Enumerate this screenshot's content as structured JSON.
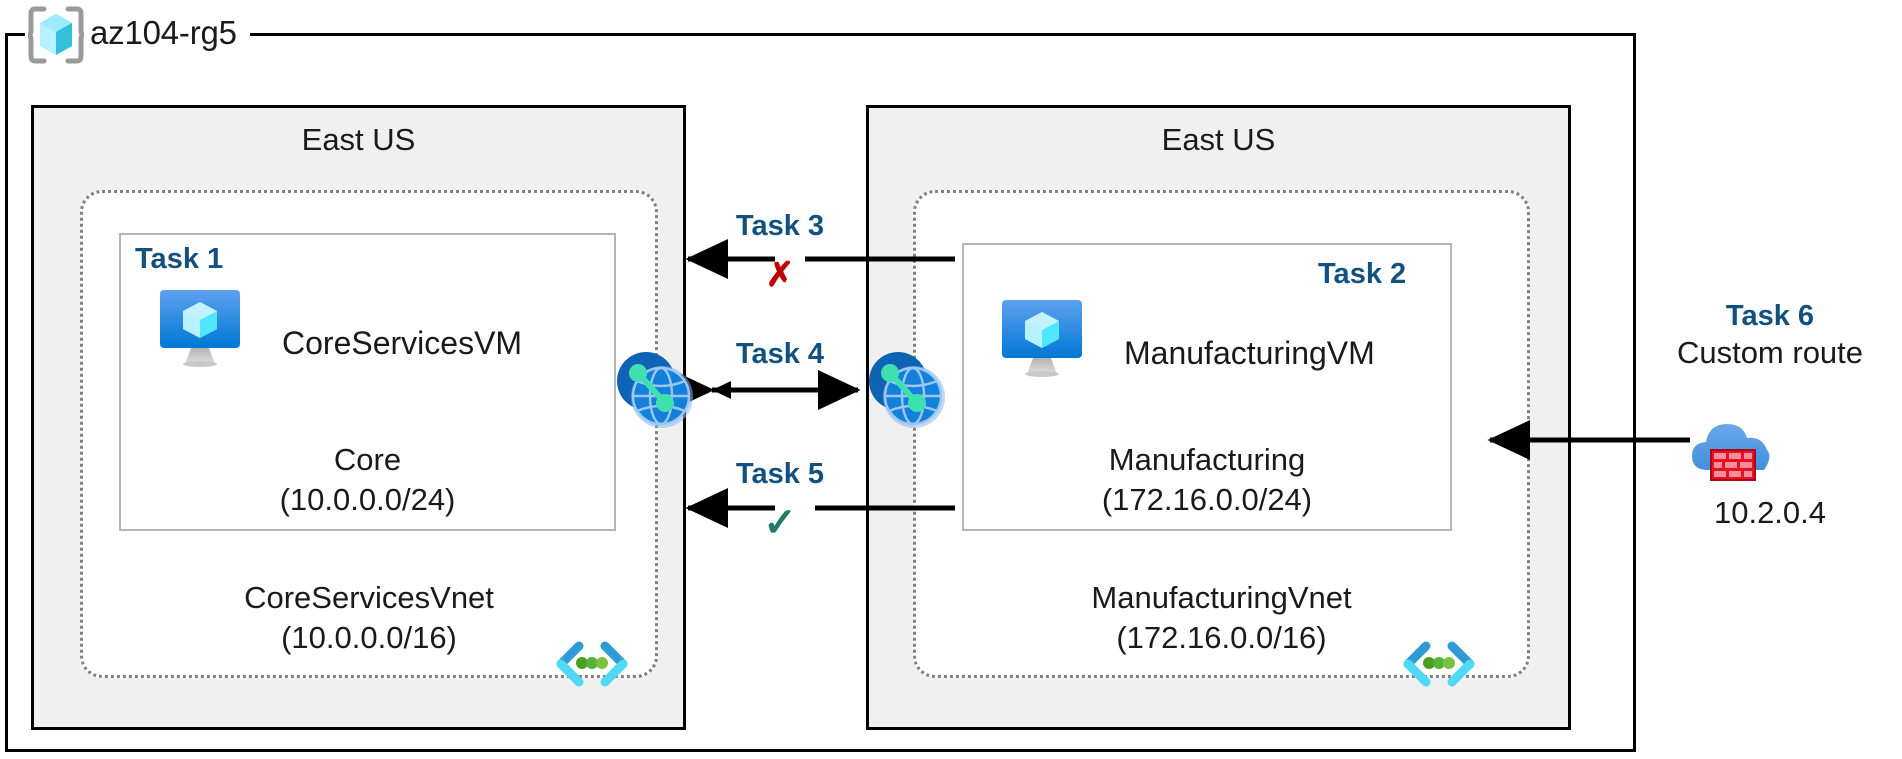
{
  "resource_group": {
    "name": "az104-rg5",
    "icon": "azure-resource-group-cube-icon"
  },
  "regions": {
    "left": {
      "label": "East US"
    },
    "right": {
      "label": "East US"
    }
  },
  "vnets": {
    "left": {
      "name": "CoreServicesVnet",
      "cidr": "(10.0.0.0/16)",
      "subnet_icon": "azure-subnet-icon",
      "subnet": {
        "task_label": "Task 1",
        "name": "Core",
        "cidr": "(10.0.0.0/24)",
        "vm": {
          "name": "CoreServicesVM",
          "icon": "azure-virtual-machine-icon"
        }
      }
    },
    "right": {
      "name": "ManufacturingVnet",
      "cidr": "(172.16.0.0/16)",
      "subnet_icon": "azure-subnet-icon",
      "subnet": {
        "task_label": "Task 2",
        "name": "Manufacturing",
        "cidr": "(172.16.0.0/24)",
        "vm": {
          "name": "ManufacturingVM",
          "icon": "azure-virtual-machine-icon"
        }
      }
    }
  },
  "peering": {
    "left_icon": "vnet-peering-globe-icon",
    "right_icon": "vnet-peering-globe-icon"
  },
  "connections": {
    "task3": {
      "label": "Task 3",
      "mark": "✗",
      "mark_meaning": "blocked",
      "mark_color": "#c00000",
      "direction": "left"
    },
    "task4": {
      "label": "Task 4",
      "mark": "",
      "mark_meaning": "peering",
      "direction": "bidirectional"
    },
    "task5": {
      "label": "Task 5",
      "mark": "✓",
      "mark_meaning": "allowed",
      "mark_color": "#1f7a6b",
      "direction": "left"
    }
  },
  "custom_route": {
    "task_label": "Task 6",
    "description": "Custom route",
    "next_hop_ip": "10.2.0.4",
    "icon": "azure-firewall-cloud-icon"
  },
  "colors": {
    "task_label": "#11507f",
    "region_fill": "#f0f0f0",
    "vnet_border": "#808080",
    "subnet_border": "#b5b5b5",
    "blocked": "#c00000",
    "allowed": "#1f7a6b",
    "azure_blue": "#0078d4"
  }
}
